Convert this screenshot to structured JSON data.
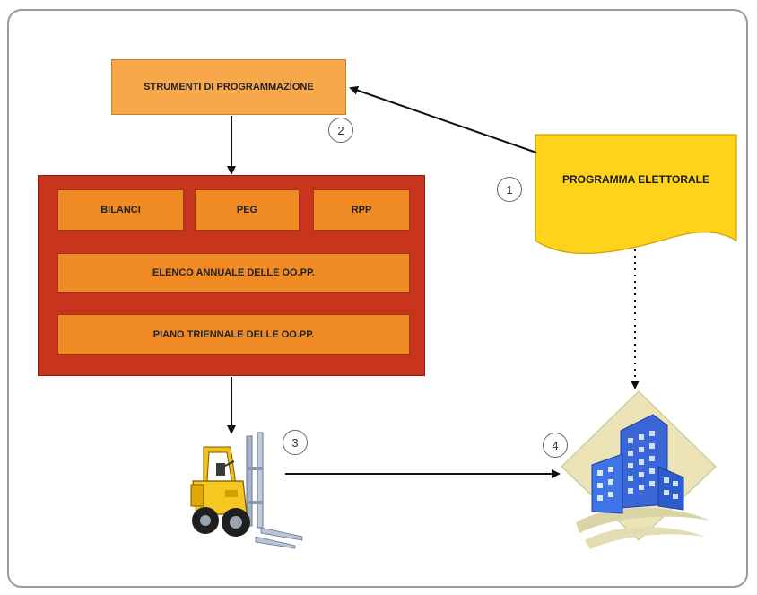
{
  "diagram": {
    "top_box": "STRUMENTI DI PROGRAMMAZIONE",
    "programma": "PROGRAMMA ELETTORALE",
    "boxes": {
      "bilanci": "BILANCI",
      "peg": "PEG",
      "rpp": "RPP",
      "elenco": "ELENCO ANNUALE DELLE OO.PP.",
      "piano": "PIANO TRIENNALE DELLE OO.PP."
    },
    "steps": [
      "1",
      "2",
      "3",
      "4"
    ],
    "icons": {
      "forklift": "forklift-icon",
      "building": "building-icon"
    }
  }
}
